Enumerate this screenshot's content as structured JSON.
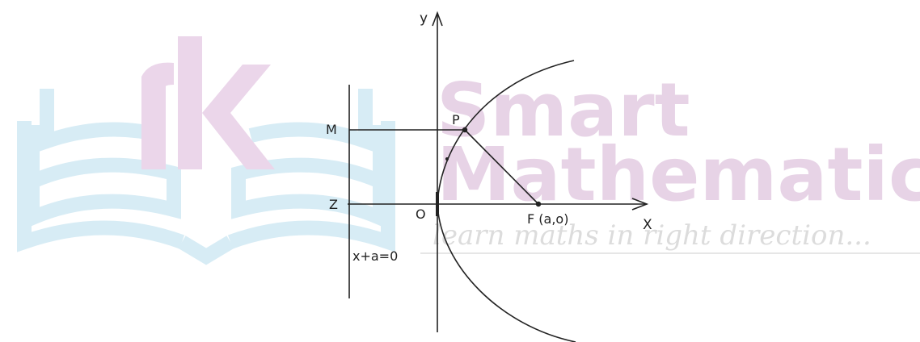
{
  "watermark": {
    "line1": "Smart",
    "line2": "Mathematics",
    "tagline": "learn maths in right direction...",
    "text_color": "#e7d3e6",
    "book_color": "#d7ecf5",
    "logo_color": "#ebd6ea"
  },
  "diagram": {
    "line_color": "#222222",
    "labels": {
      "y_axis": "y",
      "x_axis": "X",
      "origin": "O",
      "point_p": "P",
      "point_m": "M",
      "point_z": "Z",
      "focus": "F (a,o)",
      "directrix": "x+a=0"
    }
  }
}
